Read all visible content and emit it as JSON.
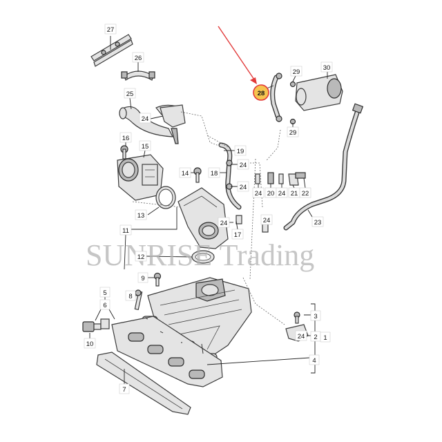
{
  "watermark": "SUNRISE Trading",
  "highlight_color": "#e23a3a",
  "highlight_fill": "#f6c44f",
  "callouts": {
    "c1": "1",
    "c2": "2",
    "c3": "3",
    "c4": "4",
    "c5": "5",
    "c6": "6",
    "c7": "7",
    "c8": "8",
    "c9": "9",
    "c10": "10",
    "c11": "11",
    "c12": "12",
    "c13": "13",
    "c14": "14",
    "c15": "15",
    "c16": "16",
    "c17": "17",
    "c18": "18",
    "c19": "19",
    "c20": "20",
    "c21": "21",
    "c22": "22",
    "c23": "23",
    "c24a": "24",
    "c24b": "24",
    "c24c": "24",
    "c24d": "24",
    "c24e": "24",
    "c24f": "24",
    "c24g": "24",
    "c24h": "24",
    "c25": "25",
    "c26": "26",
    "c27": "27",
    "c28": "28",
    "c29a": "29",
    "c29b": "29",
    "c30": "30"
  }
}
